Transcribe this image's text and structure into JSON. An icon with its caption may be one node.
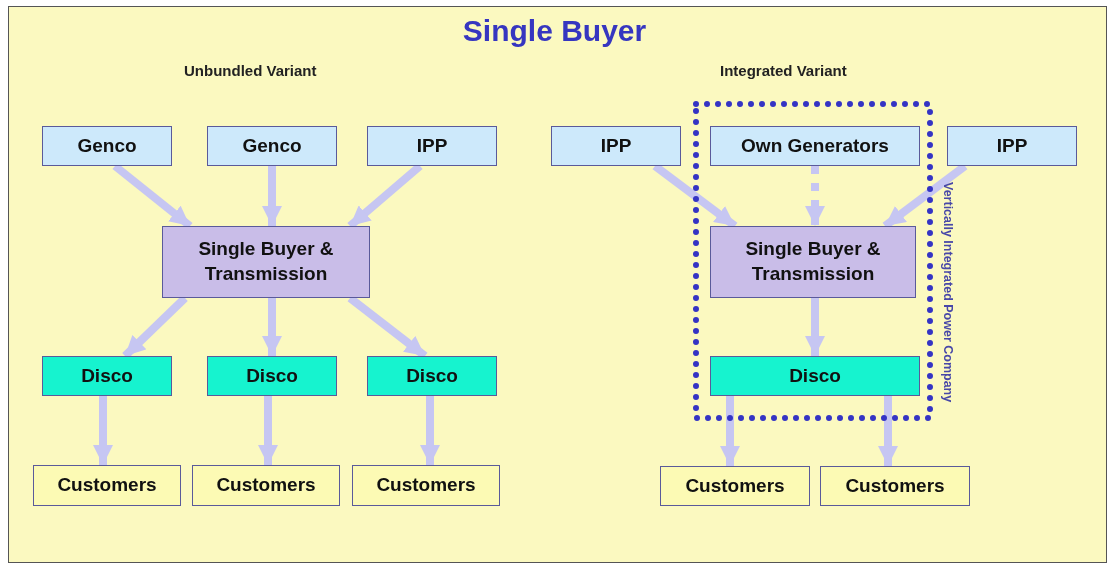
{
  "diagram": {
    "title": "Single Buyer",
    "nodes": [
      {
        "text": [
          "Genco"
        ]
      },
      {
        "text": [
          "Genco"
        ]
      },
      {
        "text": [
          "IPP"
        ]
      },
      {
        "text": [
          "Single Buyer & Transmission"
        ]
      },
      {
        "text": [
          "Disco"
        ]
      },
      {
        "text": [
          "Disco"
        ]
      },
      {
        "text": [
          "Disco"
        ]
      },
      {
        "text": [
          "Customers"
        ]
      },
      {
        "text": [
          "Customers"
        ]
      },
      {
        "text": [
          "Customers"
        ]
      },
      {
        "text": [
          "IPP"
        ]
      },
      {
        "text": [
          "Vertically Integrated Power Company"
        ]
      },
      {
        "text": [
          "Own Generators"
        ],
        "in": 11
      },
      {
        "text": [
          "Single Buyer & Transmission"
        ],
        "in": 11
      },
      {
        "text": [
          "Disco"
        ],
        "in": 11
      },
      {
        "text": [
          "IPP"
        ]
      },
      {
        "text": [
          "Customers"
        ]
      },
      {
        "text": [
          "Customers"
        ]
      }
    ],
    "edges": [
      {
        "from": 0,
        "to": 3,
        "arrow": "to"
      },
      {
        "from": 1,
        "to": 3,
        "arrow": "to"
      },
      {
        "from": 2,
        "to": 3,
        "arrow": "to"
      },
      {
        "from": 3,
        "to": 4,
        "arrow": "to"
      },
      {
        "from": 3,
        "to": 5,
        "arrow": "to"
      },
      {
        "from": 3,
        "to": 6,
        "arrow": "to"
      },
      {
        "from": 4,
        "to": 7,
        "arrow": "to"
      },
      {
        "from": 5,
        "to": 8,
        "arrow": "to"
      },
      {
        "from": 6,
        "to": 9,
        "arrow": "to"
      },
      {
        "from": 10,
        "to": 13,
        "arrow": "to"
      },
      {
        "from": 12,
        "to": 13,
        "arrow": "to",
        "style": "dashed"
      },
      {
        "from": 15,
        "to": 13,
        "arrow": "to"
      },
      {
        "from": 13,
        "to": 14,
        "arrow": "to"
      },
      {
        "from": 14,
        "to": 16,
        "arrow": "to"
      },
      {
        "from": 14,
        "to": 17,
        "arrow": "to"
      }
    ],
    "labels": [
      "Unbundled Variant",
      "Integrated Variant"
    ]
  }
}
